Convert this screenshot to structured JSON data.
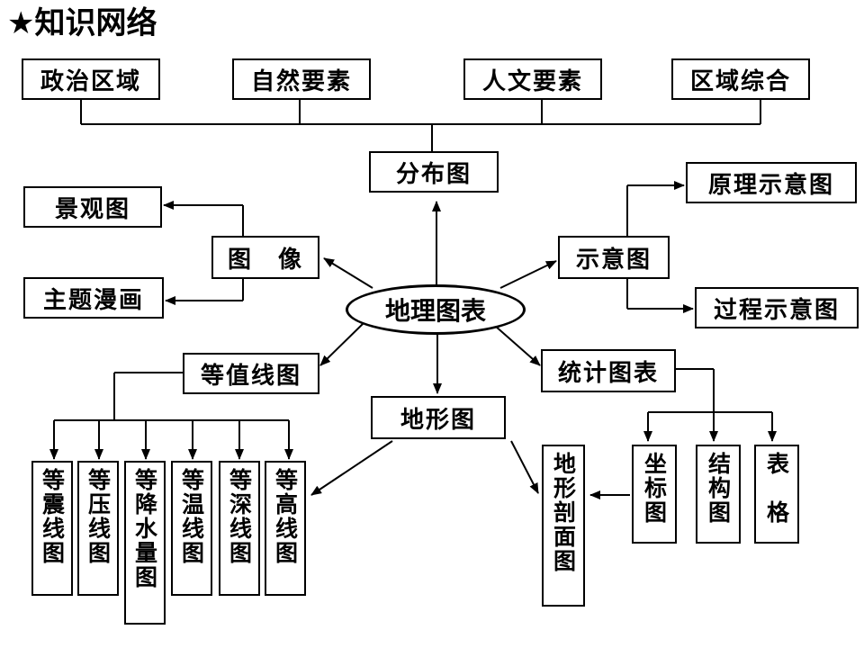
{
  "title": "★知识网络",
  "center": "地理图表",
  "top_categories": [
    "政治区域",
    "自然要素",
    "人文要素",
    "区域综合"
  ],
  "nodes": {
    "distribution": "分布图",
    "image": "图　像",
    "landscape": "景观图",
    "comic": "主题漫画",
    "schematic": "示意图",
    "principle": "原理示意图",
    "process": "过程示意图",
    "isoline": "等值线图",
    "terrain": "地形图",
    "statistics": "统计图表",
    "profile": "地形剖面图"
  },
  "isolines": [
    "等震线图",
    "等压线图",
    "等降水量图",
    "等温线图",
    "等深线图",
    "等高线图"
  ],
  "stat_types": [
    "坐标图",
    "结构图",
    "表　格"
  ]
}
